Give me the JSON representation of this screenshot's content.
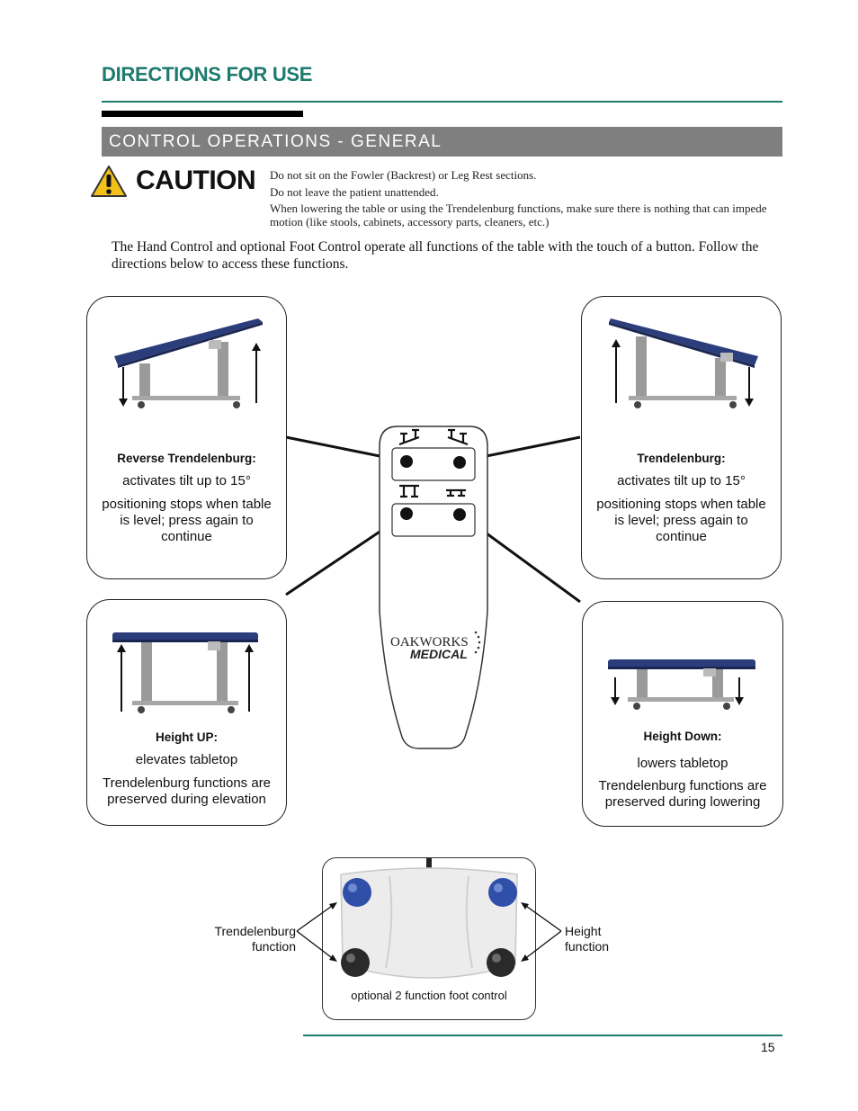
{
  "header": {
    "title": "DIRECTIONS FOR USE",
    "section_title": "CONTROL OPERATIONS - GENERAL"
  },
  "caution": {
    "word": "CAUTION",
    "lines": [
      "Do not sit on the Fowler (Backrest) or Leg Rest sections.",
      "Do not leave the patient unattended.",
      "When lowering the table or using the Trendelenburg functions, make sure there is nothing that can impede motion (like stools, cabinets, accessory parts, cleaners, etc.)"
    ],
    "icon": "warning-triangle-icon"
  },
  "intro": "The Hand Control and optional Foot Control operate all functions of the table with the touch of a button. Follow the directions below to access these functions.",
  "panels": {
    "reverse_trendelenburg": {
      "title": "Reverse Trendelenburg:",
      "line1": "activates tilt up to 15°",
      "line2": "positioning stops when table is level; press again to continue"
    },
    "trendelenburg": {
      "title": "Trendelenburg:",
      "line1": "activates tilt up to 15°",
      "line2": "positioning stops when table is level; press again to continue"
    },
    "height_up": {
      "title": "Height UP:",
      "line1": "elevates tabletop",
      "line2": "Trendelenburg functions are preserved during elevation"
    },
    "height_down": {
      "title": "Height Down:",
      "line1": "lowers tabletop",
      "line2": "Trendelenburg functions are preserved during lowering"
    }
  },
  "remote": {
    "brand_line1": "OAKWORKS",
    "brand_line2": "MEDICAL"
  },
  "foot_control": {
    "caption": "optional 2 function foot control",
    "left_label": "Trendelenburg function",
    "right_label": "Height function",
    "button_colors": {
      "top": "#2f4fa8",
      "bottom": "#2a2a2a"
    }
  },
  "colors": {
    "accent": "#1c7a6e",
    "section_bar": "#7f7f7f",
    "tabletop": "#2b3d7a",
    "caution_yellow": "#f2c21b"
  },
  "page_number": "15"
}
